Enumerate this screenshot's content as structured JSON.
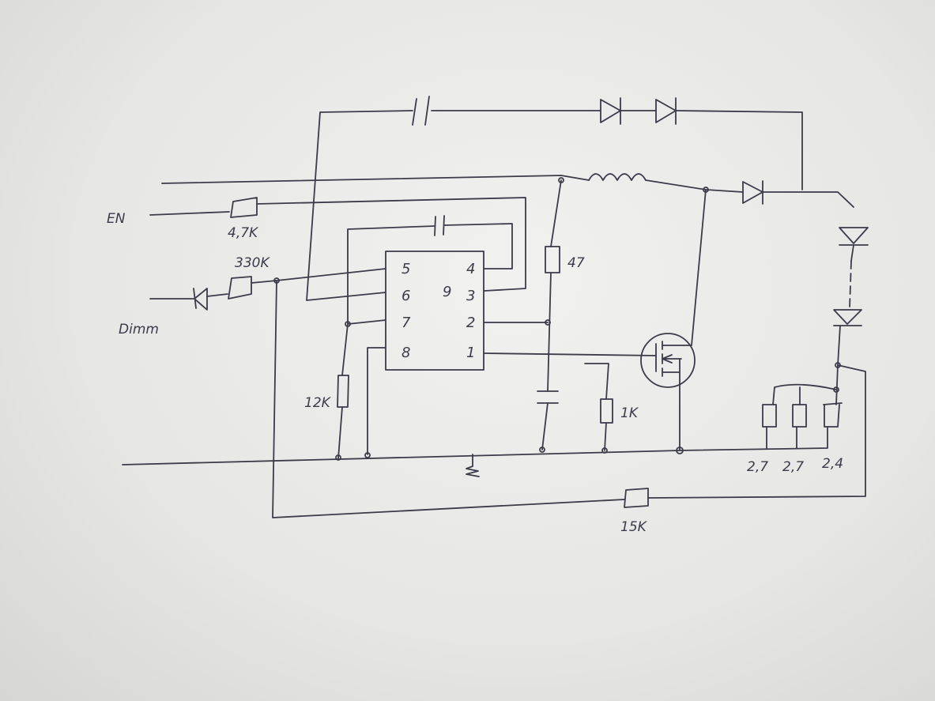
{
  "diagram": {
    "inputs": {
      "enable": "EN",
      "dimm": "Dimm"
    },
    "resistors": {
      "r_en": "4,7K",
      "r_dimm": "330K",
      "r_timing": "12K",
      "r_drain": "47",
      "r_gate": "1K",
      "r_feedback": "15K",
      "sense1": "2,7",
      "sense2": "2,7",
      "sense3": "2,4"
    },
    "ic": {
      "label": "9",
      "pins": [
        "5",
        "6",
        "7",
        "8",
        "4",
        "3",
        "2",
        "1"
      ]
    },
    "ink_color": "#3b3b4a"
  }
}
